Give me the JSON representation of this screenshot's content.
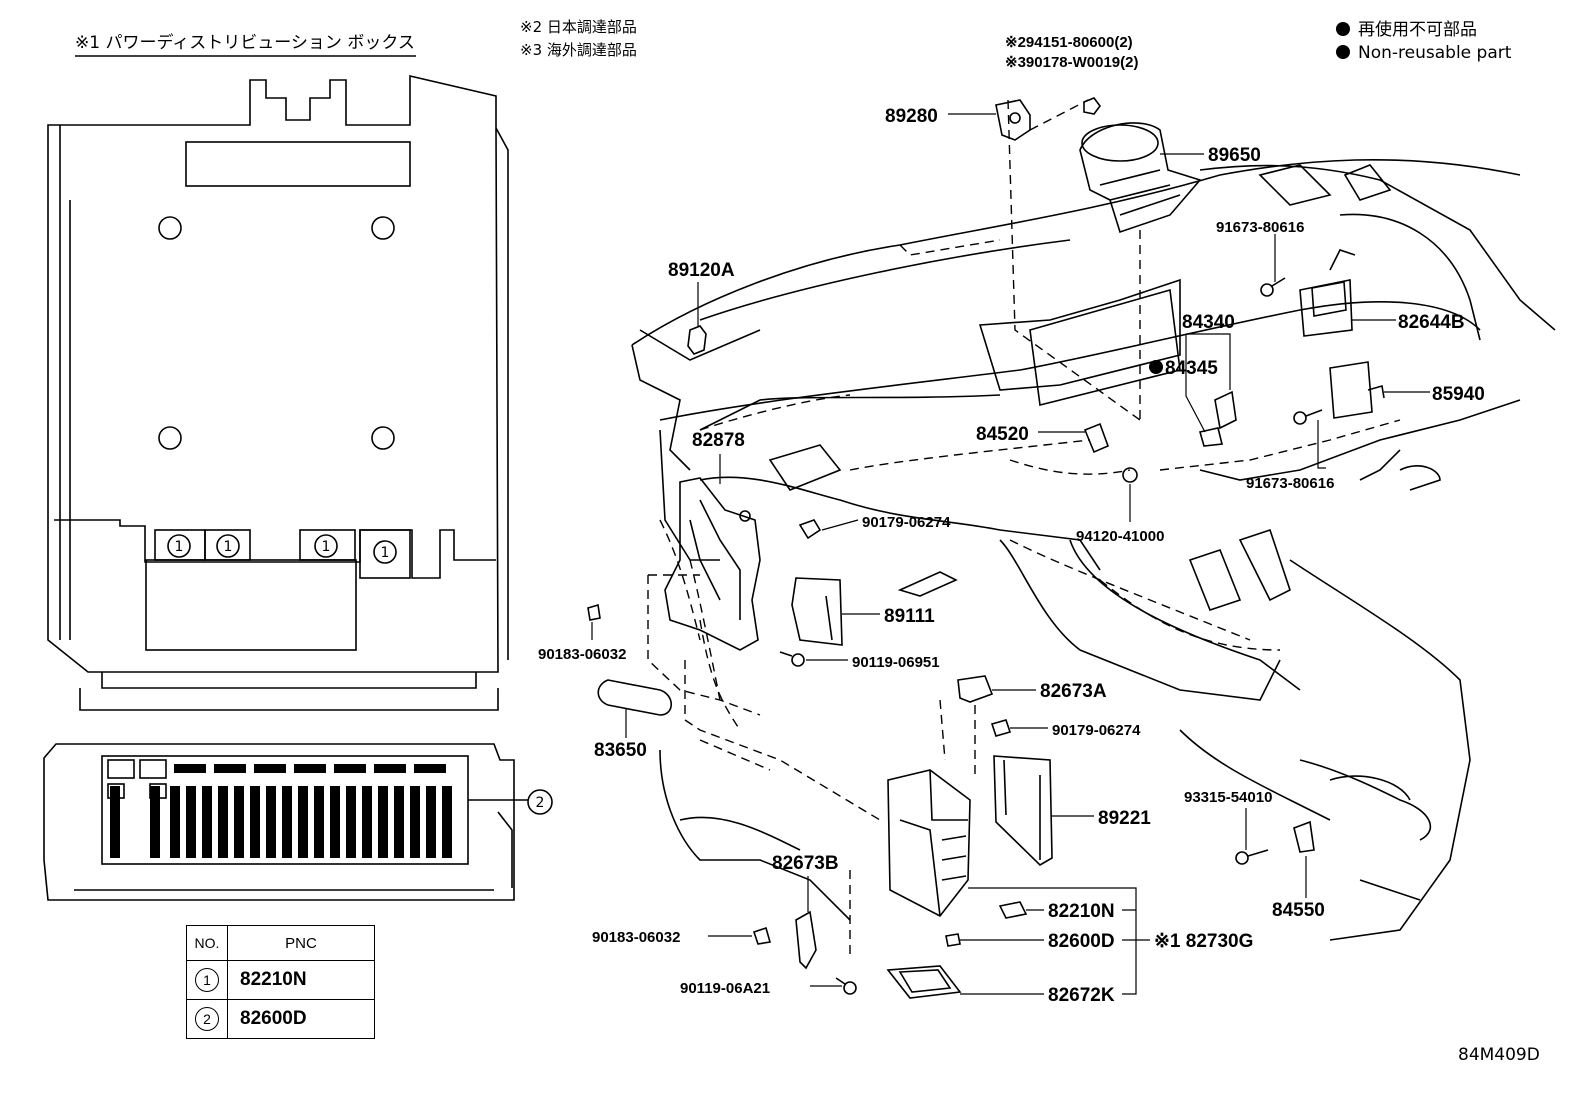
{
  "header": {
    "note_box_label": "※1 パワーディストリビューション ボックス",
    "note_2": "※2 日本調達部品",
    "note_3": "※3 海外調達部品",
    "legend_jp": "再使用不可部品",
    "legend_en": "Non-reusable part"
  },
  "parts": {
    "p94151": "※294151-80600(2)",
    "p90178": "※390178-W0019(2)",
    "p89280": "89280",
    "p89650": "89650",
    "p91673a": "91673-80616",
    "p89120A": "89120A",
    "p82644B": "82644B",
    "p84340": "84340",
    "p84345": "84345",
    "p85940": "85940",
    "p84520": "84520",
    "p82878": "82878",
    "p91673b": "91673-80616",
    "p90179a": "90179-06274",
    "p94120": "94120-41000",
    "p89111": "89111",
    "p90183a": "90183-06032",
    "p90119a": "90119-06951",
    "p82673A": "82673A",
    "p90179b": "90179-06274",
    "p83650": "83650",
    "p93315": "93315-54010",
    "p89221": "89221",
    "p84550": "84550",
    "p82673B": "82673B",
    "p82210N": "82210N",
    "p90183b": "90183-06032",
    "p82600D": "82600D",
    "p82730G": "※1 82730G",
    "p90119b": "90119-06A21",
    "p82672K": "82672K"
  },
  "box_markers": {
    "one": "1",
    "two": "2"
  },
  "table": {
    "col_no": "NO.",
    "col_pnc": "PNC",
    "rows": [
      {
        "no": "1",
        "pnc": "82210N"
      },
      {
        "no": "2",
        "pnc": "82600D"
      }
    ]
  },
  "figure_id": "84M409D"
}
